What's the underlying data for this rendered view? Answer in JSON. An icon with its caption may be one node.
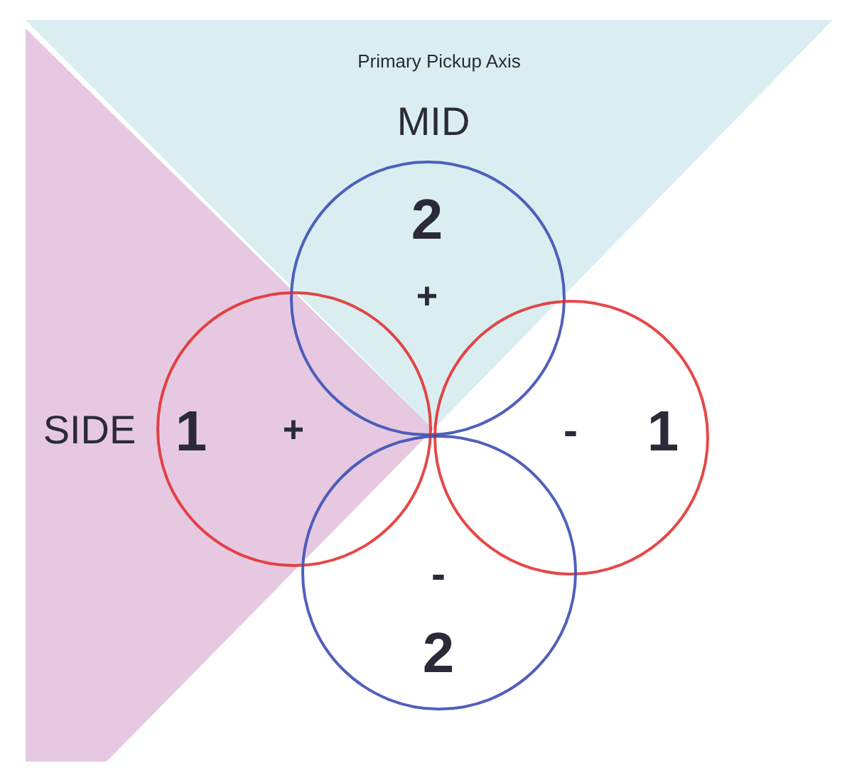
{
  "diagram": {
    "nodes": [
      {
        "text": [
          "2",
          "+"
        ]
      },
      {
        "text": [
          "1",
          "+"
        ]
      },
      {
        "text": [
          "-",
          "1"
        ]
      },
      {
        "text": [
          "-",
          "2"
        ]
      }
    ],
    "labels": [
      "Primary Pickup Axis",
      "MID",
      "SIDE"
    ]
  }
}
